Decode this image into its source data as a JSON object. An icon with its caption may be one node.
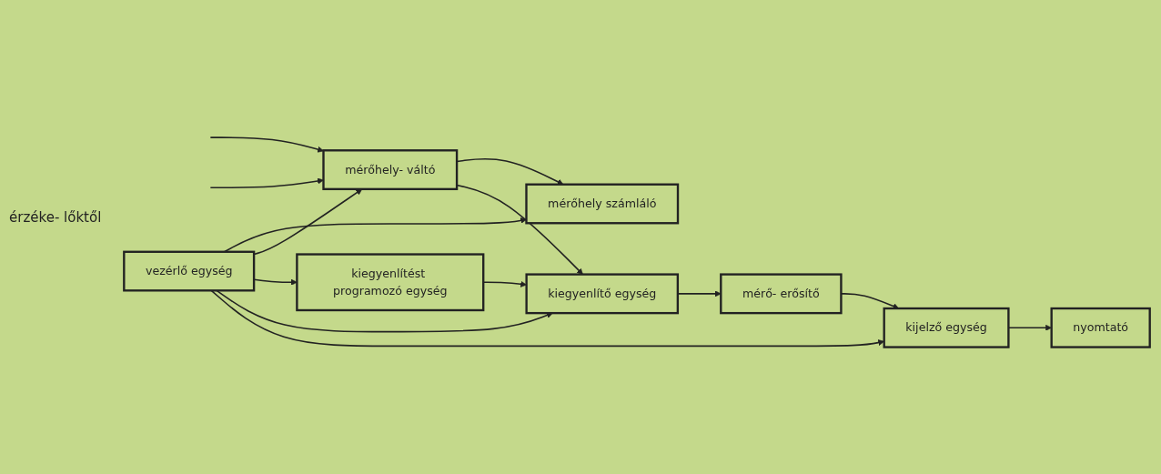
{
  "diagram": {
    "nodes": [
      {
        "text": [
          "mérőhely számláló"
        ]
      },
      {
        "text": [
          "mérőhely- váltó"
        ]
      },
      {
        "text": [
          "vezérlő egység"
        ]
      },
      {
        "text": [
          "kiegyenlítést programozó egység"
        ]
      },
      {
        "text": [
          "kiegyenlítő egység"
        ]
      },
      {
        "text": [
          "mérő- erősítő"
        ]
      },
      {
        "text": [
          "kijelző egység"
        ]
      },
      {
        "text": [
          "nyomtató"
        ]
      }
    ],
    "edges": [
      {
        "from": 2,
        "to": 0,
        "arrow": "to"
      },
      {
        "from": 1,
        "to": 0,
        "arrow": "to"
      },
      {
        "from": null,
        "to": 1,
        "arrow": "to"
      },
      {
        "from": null,
        "to": 1,
        "arrow": "to"
      },
      {
        "from": 2,
        "to": 1,
        "arrow": "to"
      },
      {
        "from": 2,
        "to": 3,
        "arrow": "to"
      },
      {
        "from": 1,
        "to": 4,
        "arrow": "to"
      },
      {
        "from": 2,
        "to": 4,
        "arrow": "to"
      },
      {
        "from": 2,
        "to": 6,
        "arrow": "to"
      },
      {
        "from": 3,
        "to": 4,
        "arrow": "to"
      },
      {
        "from": 4,
        "to": 5,
        "arrow": "to"
      },
      {
        "from": 5,
        "to": 6,
        "arrow": "to"
      },
      {
        "from": 6,
        "to": 7,
        "arrow": "to"
      }
    ],
    "labels": [
      "érzéke- lőktől"
    ]
  }
}
